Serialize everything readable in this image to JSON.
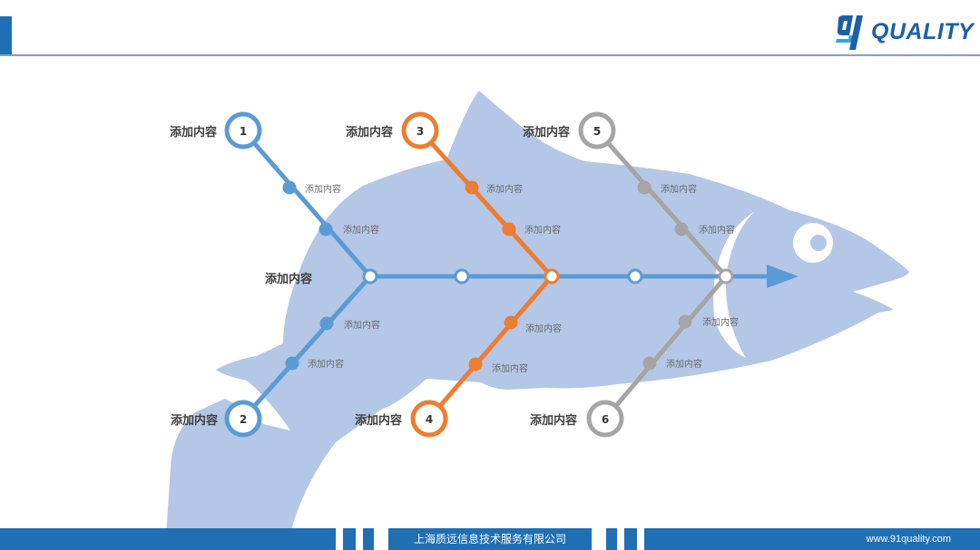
{
  "brand": {
    "logo_text": "QUALITY",
    "logo_number": "91"
  },
  "diagram": {
    "main_label": "添加内容",
    "nodes": [
      {
        "number": "1",
        "label": "添加内容",
        "color": "#5b9bd5",
        "sub_labels": [
          "添加内容",
          "添加内容"
        ]
      },
      {
        "number": "2",
        "label": "添加内容",
        "color": "#5b9bd5",
        "sub_labels": [
          "添加内容",
          "添加内容"
        ]
      },
      {
        "number": "3",
        "label": "添加内容",
        "color": "#ed7d31",
        "sub_labels": [
          "添加内容",
          "添加内容"
        ]
      },
      {
        "number": "4",
        "label": "添加内容",
        "color": "#ed7d31",
        "sub_labels": [
          "添加内容",
          "添加内容"
        ]
      },
      {
        "number": "5",
        "label": "添加内容",
        "color": "#a5a5a5",
        "sub_labels": [
          "添加内容",
          "添加内容"
        ]
      },
      {
        "number": "6",
        "label": "添加内容",
        "color": "#a5a5a5",
        "sub_labels": [
          "添加内容",
          "添加内容"
        ]
      }
    ],
    "spine_color": "#5b9bd5",
    "fish_color": "#b4c7e7"
  },
  "footer": {
    "company": "上海质远信息技术服务有限公司",
    "website": "www.91quality.com",
    "bar_color": "#1f6fb5"
  }
}
